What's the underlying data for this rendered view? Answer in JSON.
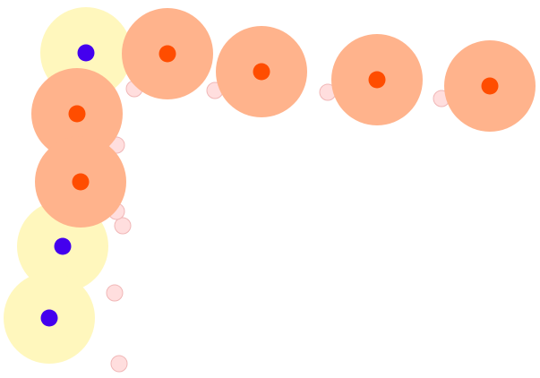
{
  "scene": {
    "background": "#ffffff"
  },
  "palette": {
    "yellow_halo": "#fff7bd",
    "blue_dot": "#4400ee",
    "orange_halo": "#ffb38c",
    "orange_dot": "#ff4d00",
    "marker_fill": "#ffdede",
    "marker_stroke": "#f0b7b7"
  },
  "pieces": [
    {
      "id": "blue-1",
      "type": "blue"
    },
    {
      "id": "blue-2",
      "type": "blue"
    },
    {
      "id": "blue-3",
      "type": "blue"
    },
    {
      "id": "orange-1",
      "type": "orange"
    },
    {
      "id": "orange-2",
      "type": "orange"
    },
    {
      "id": "orange-3",
      "type": "orange"
    },
    {
      "id": "orange-4",
      "type": "orange"
    },
    {
      "id": "orange-5",
      "type": "orange"
    },
    {
      "id": "orange-6",
      "type": "orange"
    },
    {
      "id": "orange-7",
      "type": "orange"
    }
  ],
  "markers": [
    {
      "id": "m1"
    },
    {
      "id": "m2"
    },
    {
      "id": "m3"
    },
    {
      "id": "m4"
    },
    {
      "id": "m5"
    },
    {
      "id": "m6"
    },
    {
      "id": "m7"
    },
    {
      "id": "m8"
    },
    {
      "id": "m9"
    }
  ]
}
